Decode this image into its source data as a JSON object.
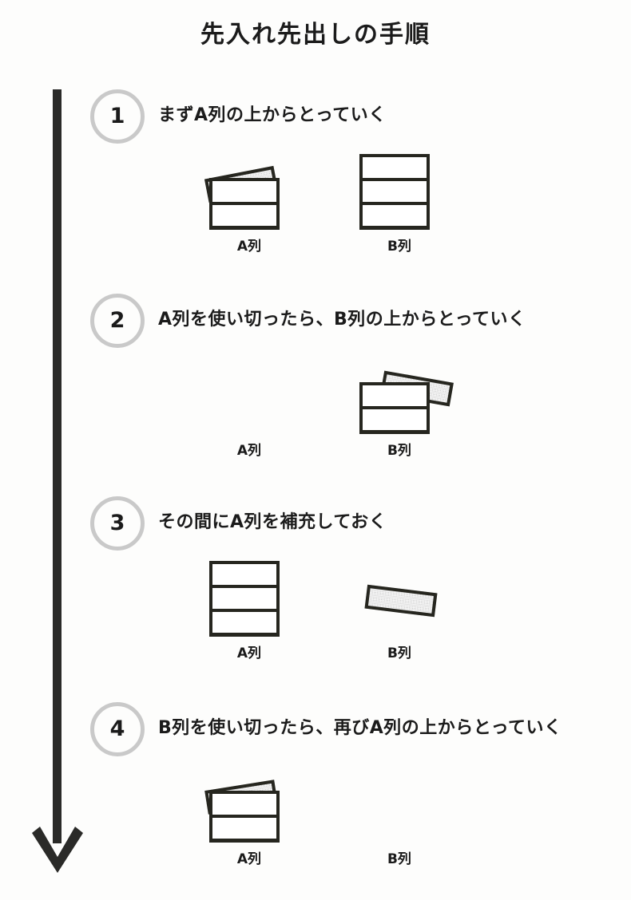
{
  "title": "先入れ先出しの手順",
  "flow_arrow": {
    "name": "downward-time-arrow",
    "direction": "down",
    "color": "#2a2a28"
  },
  "column_labels": {
    "a": "A列",
    "b": "B列"
  },
  "steps": [
    {
      "number": "1",
      "text": "まずA列の上からとっていく",
      "columns": {
        "a": {
          "label": "A列",
          "stack_boxes": 2,
          "picked_box": true,
          "picked_tilt_deg": -11
        },
        "b": {
          "label": "B列",
          "stack_boxes": 3,
          "picked_box": false,
          "picked_tilt_deg": 0
        }
      }
    },
    {
      "number": "2",
      "text": "A列を使い切ったら、B列の上からとっていく",
      "columns": {
        "a": {
          "label": "A列",
          "stack_boxes": 0,
          "picked_box": false,
          "picked_tilt_deg": 0
        },
        "b": {
          "label": "B列",
          "stack_boxes": 2,
          "picked_box": true,
          "picked_tilt_deg": 10
        }
      }
    },
    {
      "number": "3",
      "text": "その間にA列を補充しておく",
      "columns": {
        "a": {
          "label": "A列",
          "stack_boxes": 3,
          "picked_box": false,
          "picked_tilt_deg": 0
        },
        "b": {
          "label": "B列",
          "stack_boxes": 0,
          "picked_box": true,
          "picked_tilt_deg": 7
        }
      }
    },
    {
      "number": "4",
      "text": "B列を使い切ったら、再びA列の上からとっていく",
      "columns": {
        "a": {
          "label": "A列",
          "stack_boxes": 2,
          "picked_box": true,
          "picked_tilt_deg": -9
        },
        "b": {
          "label": "B列",
          "stack_boxes": 0,
          "picked_box": false,
          "picked_tilt_deg": 0
        }
      }
    }
  ],
  "colors": {
    "ink": "#26261f",
    "picked_box_fill": "#c2c2c2",
    "circle_ring": "#c9c9c9",
    "background": "#fdfdfc"
  }
}
